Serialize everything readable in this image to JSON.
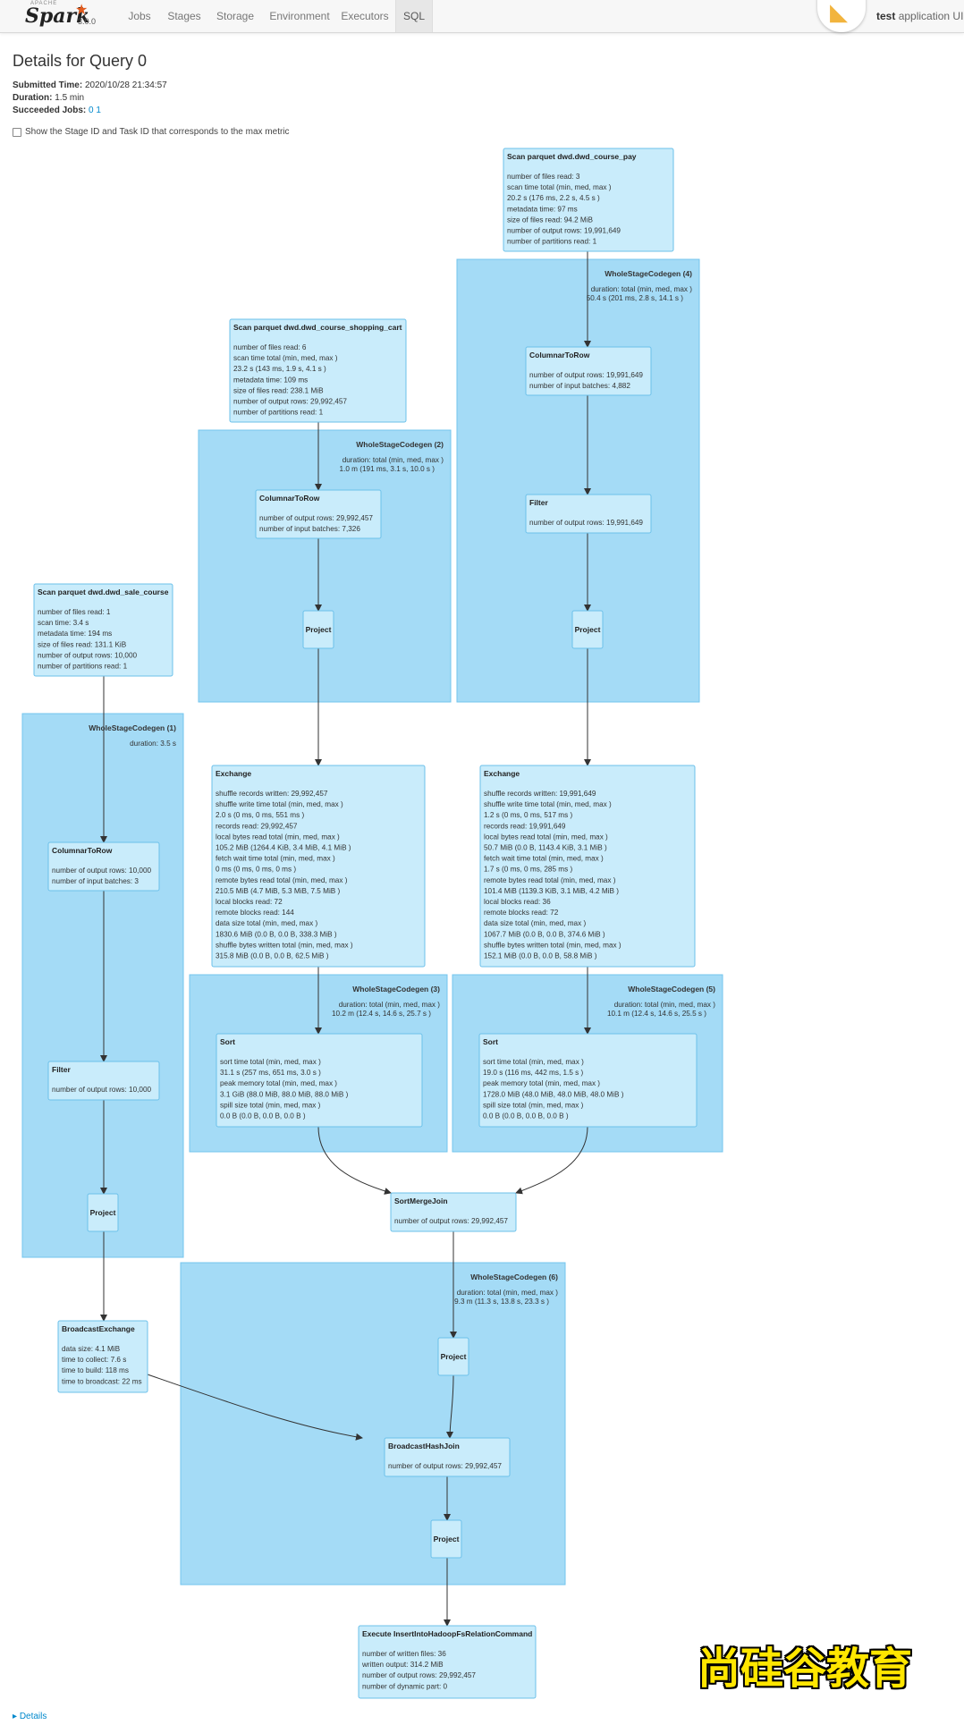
{
  "nav": {
    "brand": {
      "apache": "APACHE",
      "spark": "Spark",
      "version": "3.0.0"
    },
    "tabs": [
      {
        "label": "Jobs"
      },
      {
        "label": "Stages"
      },
      {
        "label": "Storage"
      },
      {
        "label": "Environment"
      },
      {
        "label": "Executors"
      },
      {
        "label": "SQL",
        "active": true
      }
    ],
    "app_name": "test",
    "app_suffix": "application UI"
  },
  "header": {
    "title": "Details for Query 0",
    "submitted_label": "Submitted Time:",
    "submitted_value": "2020/10/28 21:34:57",
    "duration_label": "Duration:",
    "duration_value": "1.5 min",
    "jobs_label": "Succeeded Jobs:",
    "jobs": [
      "0",
      "1"
    ],
    "checkbox_label": "Show the Stage ID and Task ID that corresponds to the max metric"
  },
  "footer": {
    "details": "Details",
    "watermark": "尚硅谷教育"
  },
  "colors": {
    "cluster_fill": "#a4dbf6",
    "node_fill": "#c9ecfb",
    "link": "#0088cc",
    "watermark": "#ffe600"
  },
  "dag": {
    "clusters": [
      {
        "id": "wsc1",
        "title": "WholeStageCodegen (1)",
        "lines": [
          "duration: 3.5 s"
        ]
      },
      {
        "id": "wsc2",
        "title": "WholeStageCodegen (2)",
        "lines": [
          "duration: total (min, med, max )",
          "1.0 m (191 ms, 3.1 s, 10.0 s )"
        ]
      },
      {
        "id": "wsc4",
        "title": "WholeStageCodegen (4)",
        "lines": [
          "duration: total (min, med, max )",
          "50.4 s (201 ms, 2.8 s, 14.1 s )"
        ]
      },
      {
        "id": "wsc3",
        "title": "WholeStageCodegen (3)",
        "lines": [
          "duration: total (min, med, max )",
          "10.2 m (12.4 s, 14.6 s, 25.7 s )"
        ]
      },
      {
        "id": "wsc5",
        "title": "WholeStageCodegen (5)",
        "lines": [
          "duration: total (min, med, max )",
          "10.1 m (12.4 s, 14.6 s, 25.5 s )"
        ]
      },
      {
        "id": "wsc6",
        "title": "WholeStageCodegen (6)",
        "lines": [
          "duration: total (min, med, max )",
          "9.3 m (11.3 s, 13.8 s, 23.3 s )"
        ]
      }
    ],
    "nodes": [
      {
        "id": "scan_pay",
        "title": "Scan parquet dwd.dwd_course_pay",
        "lines": [
          "number of files read: 3",
          "scan time total (min, med, max )",
          "20.2 s (176 ms, 2.2 s, 4.5 s )",
          "metadata time: 97 ms",
          "size of files read: 94.2 MiB",
          "number of output rows: 19,991,649",
          "number of partitions read: 1"
        ]
      },
      {
        "id": "c2r_4",
        "title": "ColumnarToRow",
        "lines": [
          "number of output rows: 19,991,649",
          "number of input batches: 4,882"
        ]
      },
      {
        "id": "filter_4",
        "title": "Filter",
        "lines": [
          "number of output rows: 19,991,649"
        ]
      },
      {
        "id": "project_4",
        "title": "Project",
        "lines": []
      },
      {
        "id": "scan_cart",
        "title": "Scan parquet dwd.dwd_course_shopping_cart",
        "lines": [
          "number of files read: 6",
          "scan time total (min, med, max )",
          "23.2 s (143 ms, 1.9 s, 4.1 s )",
          "metadata time: 109 ms",
          "size of files read: 238.1 MiB",
          "number of output rows: 29,992,457",
          "number of partitions read: 1"
        ]
      },
      {
        "id": "c2r_2",
        "title": "ColumnarToRow",
        "lines": [
          "number of output rows: 29,992,457",
          "number of input batches: 7,326"
        ]
      },
      {
        "id": "project_2",
        "title": "Project",
        "lines": []
      },
      {
        "id": "scan_sale",
        "title": "Scan parquet dwd.dwd_sale_course",
        "lines": [
          "number of files read: 1",
          "scan time: 3.4 s",
          "metadata time: 194 ms",
          "size of files read: 131.1 KiB",
          "number of output rows: 10,000",
          "number of partitions read: 1"
        ]
      },
      {
        "id": "c2r_1",
        "title": "ColumnarToRow",
        "lines": [
          "number of output rows: 10,000",
          "number of input batches: 3"
        ]
      },
      {
        "id": "filter_1",
        "title": "Filter",
        "lines": [
          "number of output rows: 10,000"
        ]
      },
      {
        "id": "project_1",
        "title": "Project",
        "lines": []
      },
      {
        "id": "exch_l",
        "title": "Exchange",
        "lines": [
          "shuffle records written: 29,992,457",
          "shuffle write time total (min, med, max )",
          "2.0 s (0 ms, 0 ms, 551 ms )",
          "records read: 29,992,457",
          "local bytes read total (min, med, max )",
          "105.2 MiB (1264.4 KiB, 3.4 MiB, 4.1 MiB )",
          "fetch wait time total (min, med, max )",
          "0 ms (0 ms, 0 ms, 0 ms )",
          "remote bytes read total (min, med, max )",
          "210.5 MiB (4.7 MiB, 5.3 MiB, 7.5 MiB )",
          "local blocks read: 72",
          "remote blocks read: 144",
          "data size total (min, med, max )",
          "1830.6 MiB (0.0 B, 0.0 B, 338.3 MiB )",
          "shuffle bytes written total (min, med, max )",
          "315.8 MiB (0.0 B, 0.0 B, 62.5 MiB )"
        ]
      },
      {
        "id": "exch_r",
        "title": "Exchange",
        "lines": [
          "shuffle records written: 19,991,649",
          "shuffle write time total (min, med, max )",
          "1.2 s (0 ms, 0 ms, 517 ms )",
          "records read: 19,991,649",
          "local bytes read total (min, med, max )",
          "50.7 MiB (0.0 B, 1143.4 KiB, 3.1 MiB )",
          "fetch wait time total (min, med, max )",
          "1.7 s (0 ms, 0 ms, 285 ms )",
          "remote bytes read total (min, med, max )",
          "101.4 MiB (1139.3 KiB, 3.1 MiB, 4.2 MiB )",
          "local blocks read: 36",
          "remote blocks read: 72",
          "data size total (min, med, max )",
          "1067.7 MiB (0.0 B, 0.0 B, 374.6 MiB )",
          "shuffle bytes written total (min, med, max )",
          "152.1 MiB (0.0 B, 0.0 B, 58.8 MiB )"
        ]
      },
      {
        "id": "sort_l",
        "title": "Sort",
        "lines": [
          "sort time total (min, med, max )",
          "31.1 s (257 ms, 651 ms, 3.0 s )",
          "peak memory total (min, med, max )",
          "3.1 GiB (88.0 MiB, 88.0 MiB, 88.0 MiB )",
          "spill size total (min, med, max )",
          "0.0 B (0.0 B, 0.0 B, 0.0 B )"
        ]
      },
      {
        "id": "sort_r",
        "title": "Sort",
        "lines": [
          "sort time total (min, med, max )",
          "19.0 s (116 ms, 442 ms, 1.5 s )",
          "peak memory total (min, med, max )",
          "1728.0 MiB (48.0 MiB, 48.0 MiB, 48.0 MiB )",
          "spill size total (min, med, max )",
          "0.0 B (0.0 B, 0.0 B, 0.0 B )"
        ]
      },
      {
        "id": "smj",
        "title": "SortMergeJoin",
        "lines": [
          "number of output rows: 29,992,457"
        ]
      },
      {
        "id": "bcast",
        "title": "BroadcastExchange",
        "lines": [
          "data size: 4.1 MiB",
          "time to collect: 7.6 s",
          "time to build: 118 ms",
          "time to broadcast: 22 ms"
        ]
      },
      {
        "id": "project_6a",
        "title": "Project",
        "lines": []
      },
      {
        "id": "bhj",
        "title": "BroadcastHashJoin",
        "lines": [
          "number of output rows: 29,992,457"
        ]
      },
      {
        "id": "project_6b",
        "title": "Project",
        "lines": []
      },
      {
        "id": "insert",
        "title": "Execute InsertIntoHadoopFsRelationCommand",
        "lines": [
          "number of written files: 36",
          "written output: 314.2 MiB",
          "number of output rows: 29,992,457",
          "number of dynamic part: 0"
        ]
      }
    ]
  }
}
